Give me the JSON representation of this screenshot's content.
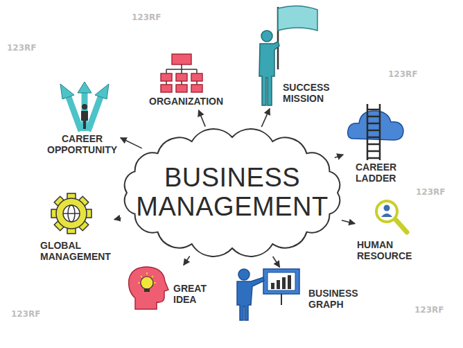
{
  "diagram": {
    "nodes": [
      {
        "text": [
          "BUSINESS MANAGEMENT"
        ]
      },
      {
        "text": [
          "ORGANIZATION"
        ]
      },
      {
        "text": [
          "SUCCESS MISSION"
        ]
      },
      {
        "text": [
          "CAREER LADDER"
        ]
      },
      {
        "text": [
          "HUMAN RESOURCE"
        ]
      },
      {
        "text": [
          "BUSINESS GRAPH"
        ]
      },
      {
        "text": [
          "GREAT IDEA"
        ]
      },
      {
        "text": [
          "GLOBAL MANAGEMENT"
        ]
      },
      {
        "text": [
          "CAREER OPPORTUNITY"
        ]
      }
    ],
    "edges": [
      {
        "from": 0,
        "to": 1,
        "arrow": "to"
      },
      {
        "from": 0,
        "to": 2,
        "arrow": "to"
      },
      {
        "from": 0,
        "to": 3,
        "arrow": "to"
      },
      {
        "from": 0,
        "to": 4,
        "arrow": "to"
      },
      {
        "from": 0,
        "to": 5,
        "arrow": "to"
      },
      {
        "from": 0,
        "to": 6,
        "arrow": "to"
      },
      {
        "from": 0,
        "to": 7,
        "arrow": "to"
      },
      {
        "from": 0,
        "to": 8,
        "arrow": "to"
      }
    ],
    "labels": [
      "123RF",
      "123RF",
      "123RF",
      "123RF",
      "123RF",
      "123RF"
    ]
  }
}
